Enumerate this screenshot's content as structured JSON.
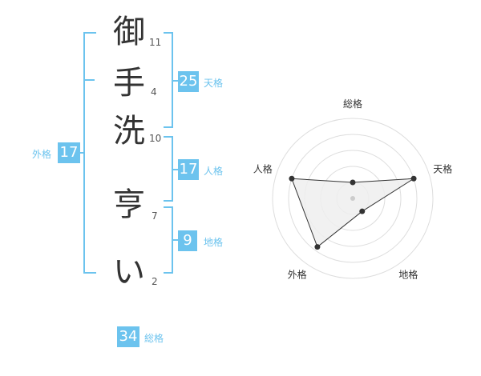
{
  "name": {
    "chars": [
      {
        "char": "御",
        "strokes": "11"
      },
      {
        "char": "手",
        "strokes": "4"
      },
      {
        "char": "洗",
        "strokes": "10"
      },
      {
        "char": "亨",
        "strokes": "7"
      },
      {
        "char": "い",
        "strokes": "2"
      }
    ]
  },
  "kakusu": {
    "tenkaku": {
      "value": "25",
      "label": "天格"
    },
    "jinkaku": {
      "value": "17",
      "label": "人格"
    },
    "chikaku": {
      "value": "9",
      "label": "地格"
    },
    "gaikaku": {
      "value": "17",
      "label": "外格"
    },
    "soukaku": {
      "value": "34",
      "label": "総格"
    }
  },
  "radar": {
    "axes": [
      "総格",
      "天格",
      "地格",
      "外格",
      "人格"
    ],
    "values": [
      0.2,
      0.8,
      0.2,
      0.75,
      0.8
    ],
    "rings": 5,
    "colors": {
      "ring": "#dddddd",
      "fill": "#efefef",
      "line": "#333333",
      "point": "#333333",
      "center": "#cccccc"
    }
  }
}
